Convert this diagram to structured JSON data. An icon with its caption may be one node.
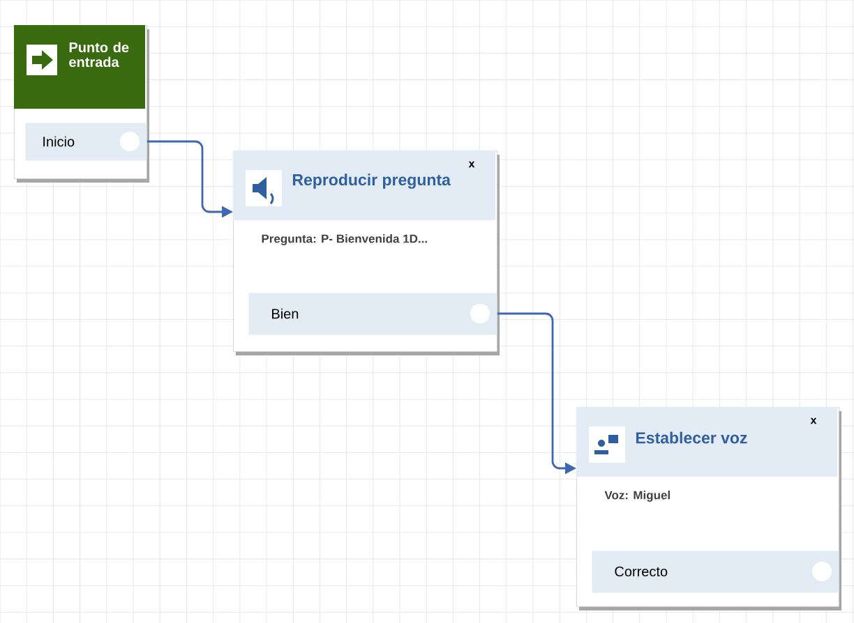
{
  "diagram": {
    "nodes": [
      {
        "text": [
          "Punto de entrada"
        ]
      },
      {
        "text": [
          "Inicio"
        ],
        "in": 0
      },
      {
        "text": [
          "Reproducir pregunta",
          "x",
          "Pregunta: P- Bienvenida 1D..."
        ]
      },
      {
        "text": [
          "Bien"
        ],
        "in": 2
      },
      {
        "text": [
          "Establecer voz",
          "x",
          "Voz: Miguel"
        ]
      },
      {
        "text": [
          "Correcto"
        ],
        "in": 4
      }
    ],
    "edges": [
      {
        "from": 1,
        "to": 2,
        "arrow": "to"
      },
      {
        "from": 3,
        "to": 4,
        "arrow": "to"
      }
    ]
  }
}
